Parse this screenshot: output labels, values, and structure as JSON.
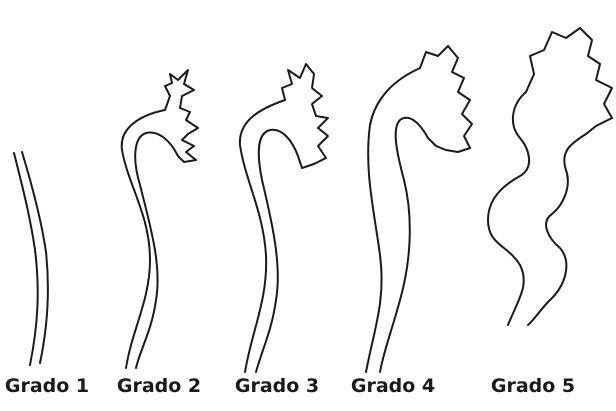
{
  "grades": [
    {
      "label": "Grado 1"
    },
    {
      "label": "Grado 2"
    },
    {
      "label": "Grado 3"
    },
    {
      "label": "Grado 4"
    },
    {
      "label": "Grado 5"
    }
  ]
}
